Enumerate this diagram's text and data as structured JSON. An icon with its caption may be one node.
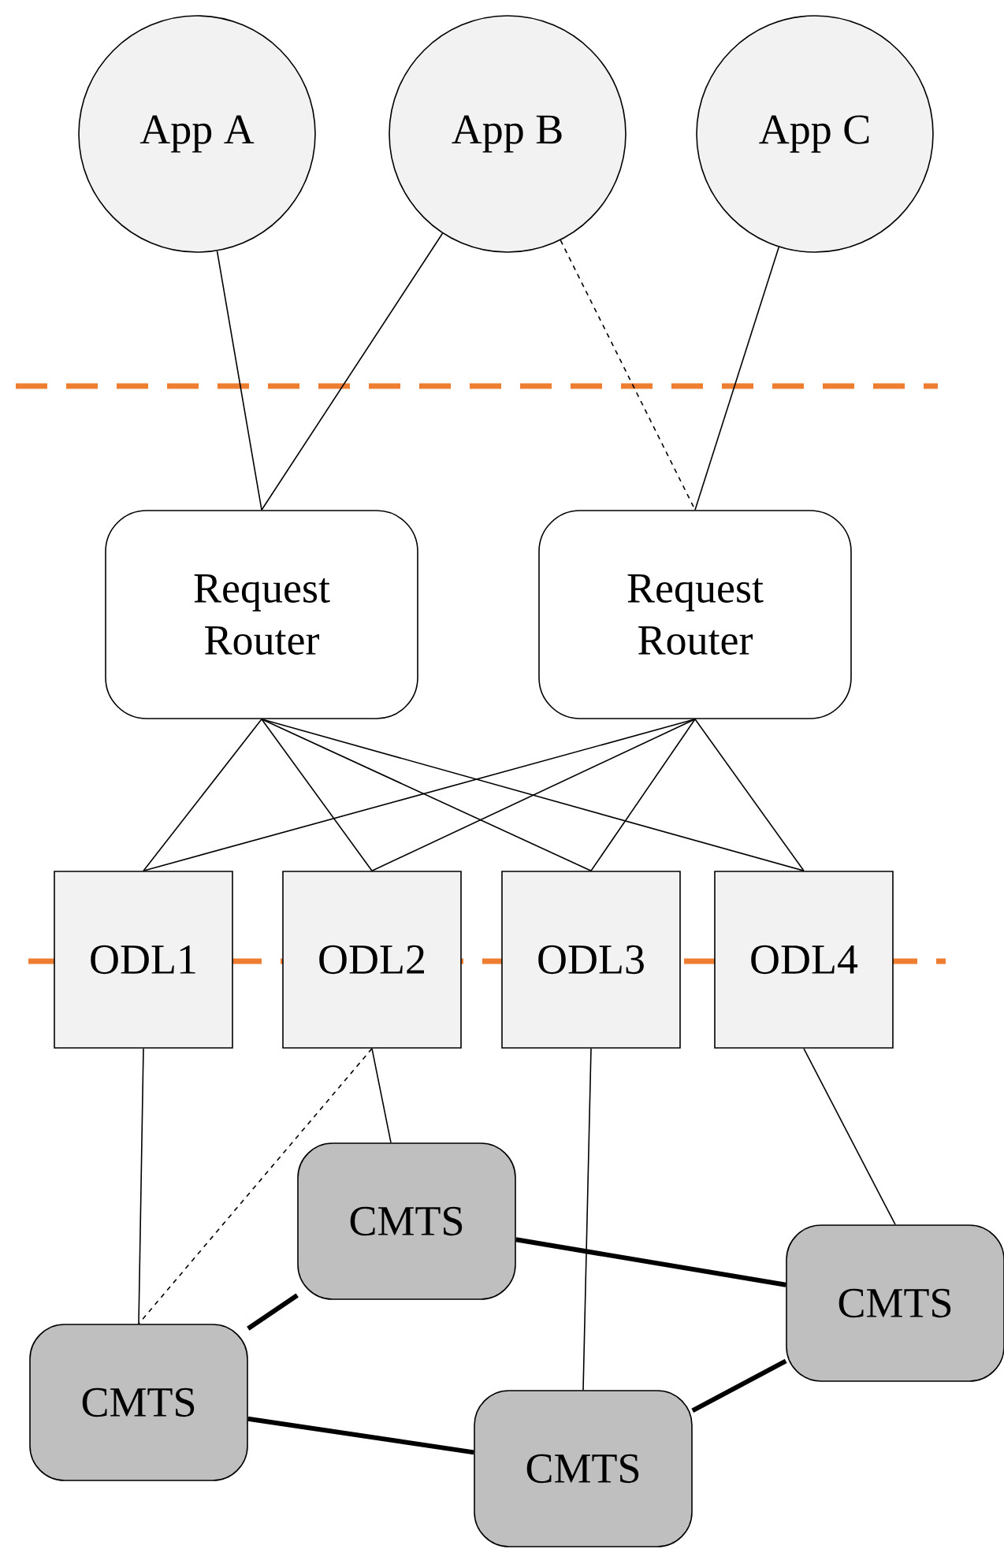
{
  "diagram": {
    "nodes": [
      {
        "text": [
          "App A"
        ]
      },
      {
        "text": [
          "App B"
        ]
      },
      {
        "text": [
          "App C"
        ]
      },
      {
        "text": [
          "Request Router"
        ]
      },
      {
        "text": [
          "Request Router"
        ]
      },
      {
        "text": [
          "ODL1"
        ]
      },
      {
        "text": [
          "ODL2"
        ]
      },
      {
        "text": [
          "ODL3"
        ]
      },
      {
        "text": [
          "ODL4"
        ]
      },
      {
        "text": [
          "CMTS"
        ]
      },
      {
        "text": [
          "CMTS"
        ]
      },
      {
        "text": [
          "CMTS"
        ]
      },
      {
        "text": [
          "CMTS"
        ]
      }
    ],
    "edges": [
      {
        "from": 0,
        "to": 3,
        "arrow": "none"
      },
      {
        "from": 1,
        "to": 3,
        "arrow": "none"
      },
      {
        "from": 1,
        "to": 4,
        "arrow": "none",
        "style": "dashed"
      },
      {
        "from": 2,
        "to": 4,
        "arrow": "none"
      },
      {
        "from": 3,
        "to": 5,
        "arrow": "none"
      },
      {
        "from": 3,
        "to": 6,
        "arrow": "none"
      },
      {
        "from": 3,
        "to": 7,
        "arrow": "none"
      },
      {
        "from": 3,
        "to": 8,
        "arrow": "none"
      },
      {
        "from": 4,
        "to": 5,
        "arrow": "none"
      },
      {
        "from": 4,
        "to": 6,
        "arrow": "none"
      },
      {
        "from": 4,
        "to": 7,
        "arrow": "none"
      },
      {
        "from": 4,
        "to": 8,
        "arrow": "none"
      },
      {
        "from": 5,
        "to": 10,
        "arrow": "none"
      },
      {
        "from": 6,
        "to": 10,
        "arrow": "none",
        "style": "dashed"
      },
      {
        "from": 6,
        "to": 9,
        "arrow": "none"
      },
      {
        "from": 7,
        "to": 11,
        "arrow": "none"
      },
      {
        "from": 8,
        "to": 12,
        "arrow": "none"
      },
      {
        "from": 9,
        "to": 10,
        "arrow": "none",
        "style": "thick"
      },
      {
        "from": 9,
        "to": 12,
        "arrow": "none",
        "style": "thick"
      },
      {
        "from": 10,
        "to": 11,
        "arrow": "none",
        "style": "thick"
      },
      {
        "from": 11,
        "to": 12,
        "arrow": "none",
        "style": "thick"
      }
    ]
  }
}
